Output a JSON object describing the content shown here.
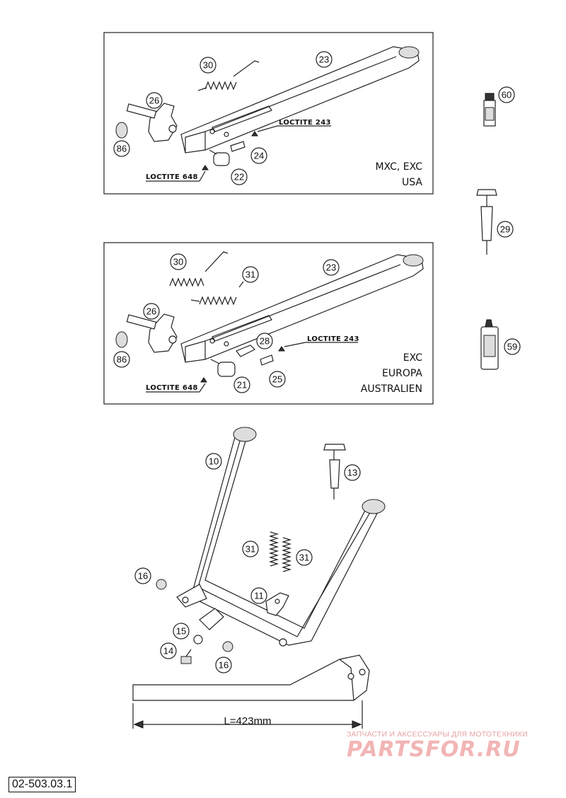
{
  "panel_top": {
    "variant_lines": [
      "MXC, EXC",
      "USA"
    ],
    "loctite_243": "LOCTITE 243",
    "loctite_648": "LOCTITE 648",
    "parts": [
      "30",
      "23",
      "26",
      "86",
      "24",
      "22"
    ]
  },
  "panel_middle": {
    "variant_lines": [
      "EXC",
      "EUROPA",
      "AUSTRALIEN"
    ],
    "loctite_243": "LOCTITE 243",
    "loctite_648": "LOCTITE 648",
    "parts": [
      "30",
      "31",
      "23",
      "26",
      "86",
      "28",
      "25",
      "21"
    ]
  },
  "side_parts": [
    "60",
    "29",
    "59"
  ],
  "lower_parts": [
    "10",
    "13",
    "31",
    "31",
    "16",
    "11",
    "15",
    "14",
    "16"
  ],
  "dimension_label": "L=423mm",
  "watermark": {
    "top_line": "ЗАПЧАСТИ И АКСЕССУАРЫ ДЛЯ МОТОТЕХНИКИ",
    "logo": "PARTSFOR.RU"
  },
  "catalog_number": "02-503.03.1"
}
